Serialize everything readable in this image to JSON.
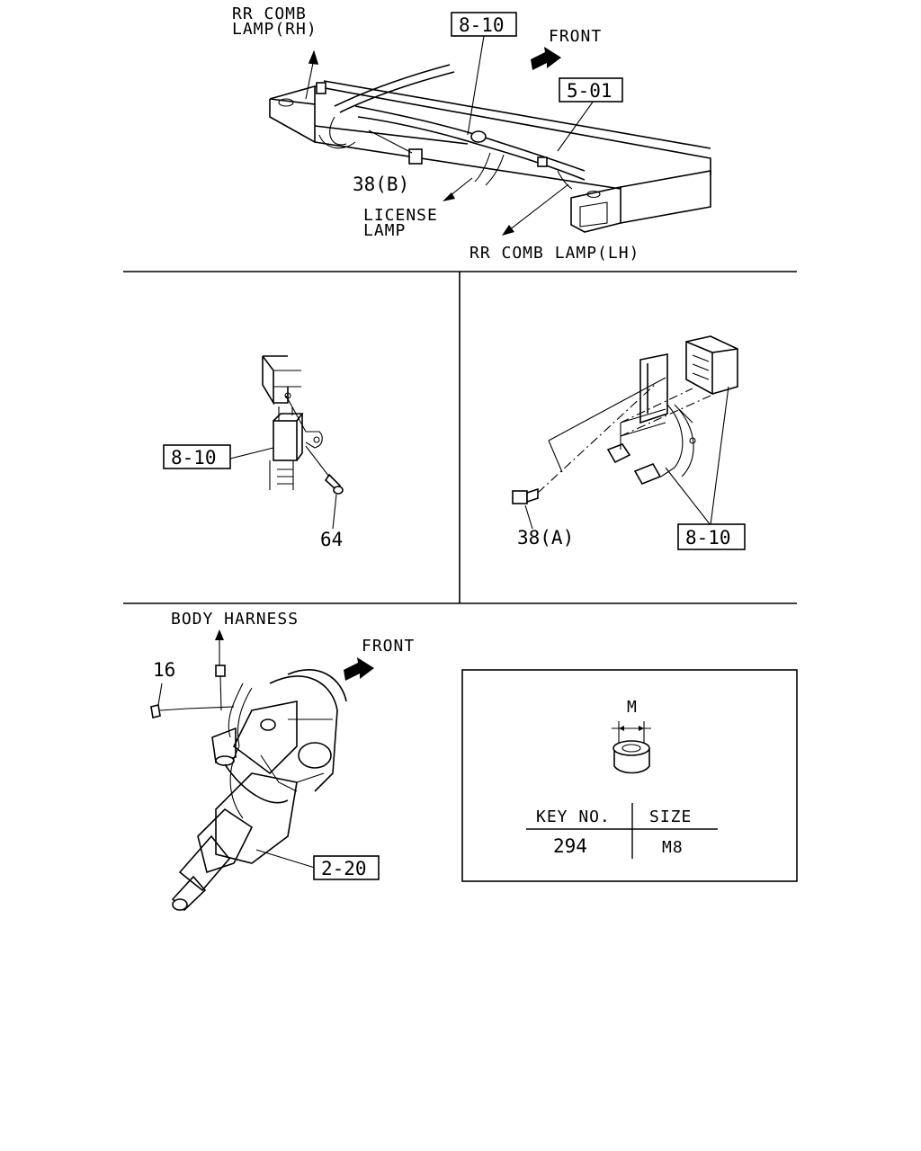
{
  "top_panel": {
    "rr_comb_rh_line1": "RR COMB",
    "rr_comb_rh_line2": "LAMP(RH)",
    "ref_8_10": "8-10",
    "front": "FRONT",
    "ref_5_01": "5-01",
    "part_38b": "38(B)",
    "license_line1": "LICENSE",
    "license_line2": "LAMP",
    "rr_comb_lh": "RR COMB LAMP(LH)"
  },
  "middle_left_panel": {
    "ref_8_10": "8-10",
    "part_64": "64"
  },
  "middle_right_panel": {
    "part_38a": "38(A)",
    "ref_8_10": "8-10"
  },
  "bottom_left_panel": {
    "body_harness": "BODY HARNESS",
    "front": "FRONT",
    "part_16": "16",
    "ref_2_20": "2-20"
  },
  "size_table": {
    "dimension_label": "M",
    "headers": [
      "KEY NO.",
      "SIZE"
    ],
    "rows": [
      [
        "294",
        "M8"
      ]
    ]
  }
}
